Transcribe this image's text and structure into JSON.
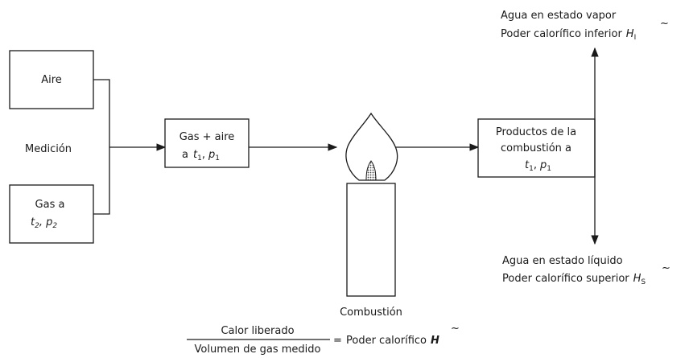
{
  "inputs": {
    "air_box": "Aire",
    "measurement_label": "Medición",
    "gas_box": {
      "line1": "Gas a",
      "line2_prefix": "t",
      "t_sub": "2",
      "line2_mid": ", p",
      "p_sub": "2"
    }
  },
  "mix_box": {
    "line1": "Gas + aire",
    "line2_a": "a",
    "t": "t",
    "t_sub": "1",
    "comma": ",",
    "p": "p",
    "p_sub": "1"
  },
  "burner_label": "Combustión",
  "products_box": {
    "line1": "Productos de la",
    "line2": "combustión a",
    "t": "t",
    "t_sub": "1",
    "comma": ",",
    "p": "p",
    "p_sub": "1"
  },
  "upper_output": {
    "line1": "Agua en estado vapor",
    "line2": "Poder calorífico inferior",
    "symbol": "H",
    "symbol_sub": "I"
  },
  "lower_output": {
    "line1": "Agua en estado líquido",
    "line2": "Poder calorífico superior",
    "symbol": "H",
    "symbol_sub": "S"
  },
  "formula": {
    "numerator": "Calor liberado",
    "denominator": "Volumen de gas medido",
    "equals": "=",
    "result": "Poder calorífico",
    "symbol": "H"
  }
}
